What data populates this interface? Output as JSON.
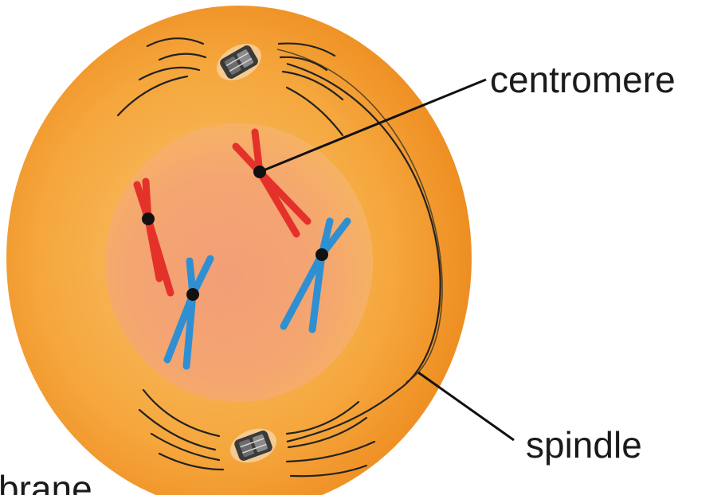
{
  "labels": {
    "centromere": "centromere",
    "spindle": "spindle",
    "membrane_partial": "brane"
  },
  "colors": {
    "cell_outer": "#f39a2e",
    "cell_inner": "#f8b757",
    "nucleus": "#f3a06e",
    "chromosome_red": "#e4322b",
    "chromosome_blue": "#2f8fd3",
    "centromere": "#111111",
    "spindle_line": "#222222",
    "centrosome": "#3a3a3a"
  },
  "icons": {
    "top_centrosome": "centrosome-icon",
    "bottom_centrosome": "centrosome-icon"
  }
}
